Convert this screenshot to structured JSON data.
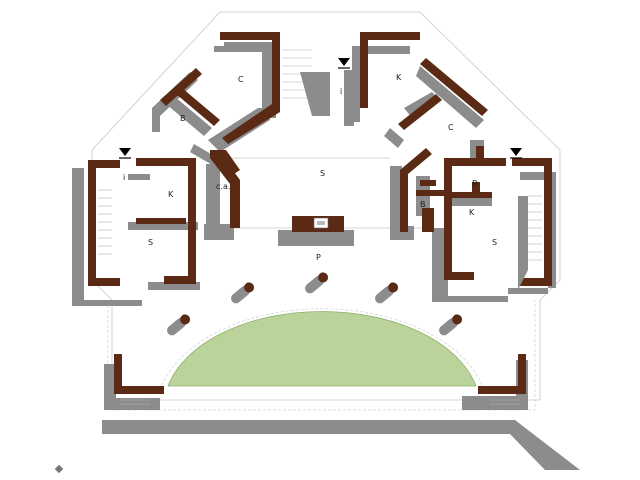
{
  "rooms": {
    "c_left": "C",
    "k_top_right": "K",
    "i_center": "i",
    "b_left": "B",
    "c_right": "C",
    "s_center": "S",
    "i_left": "i",
    "k_left": "K",
    "ca_left": "c.a.",
    "b_right_inner": "B",
    "b_right": "B",
    "k_right": "K",
    "s_left": "S",
    "s_right": "S",
    "p_center": "P"
  },
  "colors": {
    "wall": "#5a2a14",
    "shadow": "#8c8c8c",
    "lawn": "#b9d39a"
  }
}
